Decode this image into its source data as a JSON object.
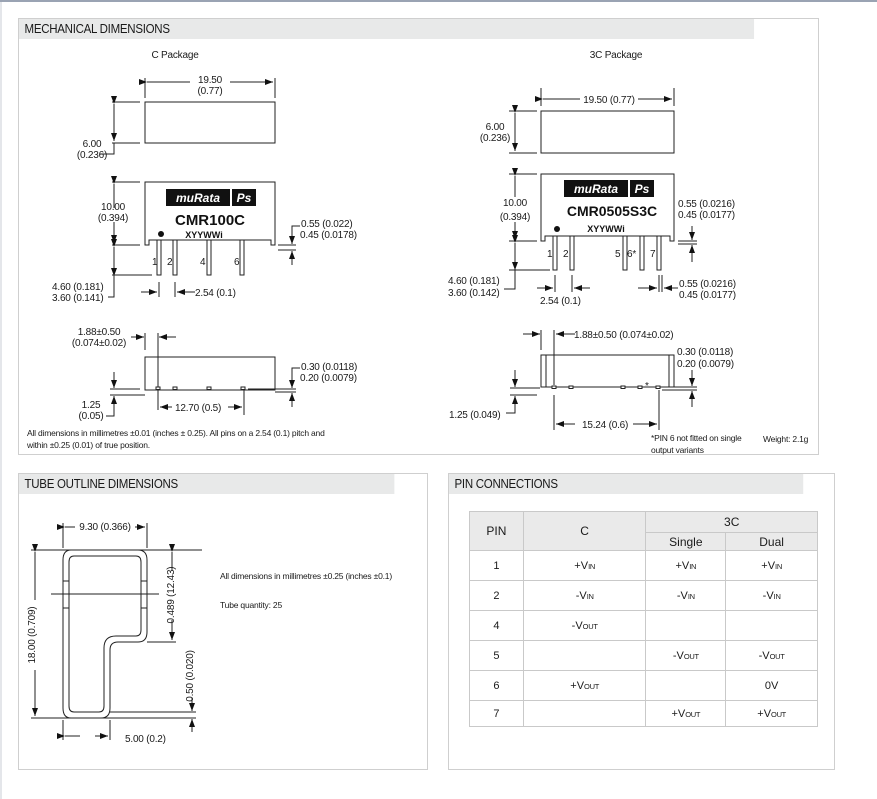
{
  "mechanical": {
    "title": "MECHANICAL DIMENSIONS",
    "c_package": {
      "label": "C Package",
      "width_dim": [
        "19.50",
        "(0.77)"
      ],
      "height_top_dim": [
        "6.00",
        "(0.236)"
      ],
      "body_height_dim": [
        "10.00",
        "(0.394)"
      ],
      "logo_left": "muRata",
      "logo_right": "Ps",
      "part_number": "CMR100C",
      "date_code": "XYYWWi",
      "pin_labels": [
        "1",
        "2",
        "4",
        "6"
      ],
      "pin_thickness_dim": [
        "0.55 (0.022)",
        "0.45 (0.0178)"
      ],
      "pin_length_dim": [
        "4.60 (0.181)",
        "3.60 (0.141)"
      ],
      "pitch_dim": "2.54 (0.1)",
      "offset_dim": [
        "1.88±0.50",
        "(0.074±0.02)"
      ],
      "standoff_dim": [
        "1.25",
        "(0.05)"
      ],
      "span_dim": "12.70 (0.5)",
      "side_thickness_dim": [
        "0.30 (0.0118)",
        "0.20 (0.0079)"
      ],
      "note": "All dimensions in millimetres ±0.01 (inches ± 0.25). All pins on a 2.54 (0.1) pitch and within ±0.25 (0.01) of true position."
    },
    "c3_package": {
      "label": "3C Package",
      "width_dim": "19.50 (0.77)",
      "height_top_dim": [
        "6.00",
        "(0.236)"
      ],
      "body_height_dim": [
        "10.00",
        "(0.394)"
      ],
      "logo_left": "muRata",
      "logo_right": "Ps",
      "part_number": "CMR0505S3C",
      "date_code": "XYYWWi",
      "pin_labels": [
        "1",
        "2",
        "5",
        "6*",
        "7"
      ],
      "body_thickness_dim": [
        "0.55 (0.0216)",
        "0.45 (0.0177)"
      ],
      "pin_length_dim": [
        "4.60 (0.181)",
        "3.60 (0.142)"
      ],
      "pitch_dim": "2.54 (0.1)",
      "pin_thickness_dim": [
        "0.55 (0.0216)",
        "0.45 (0.0177)"
      ],
      "offset_dim": "1.88±0.50 (0.074±0.02)",
      "side_thickness_dim": [
        "0.30 (0.0118)",
        "0.20 (0.0079)"
      ],
      "standoff_dim": "1.25 (0.049)",
      "span_dim": "15.24 (0.6)",
      "pin6_star": "*",
      "footnote": "*PIN 6 not fitted on single output variants",
      "weight": "Weight: 2.1g"
    }
  },
  "tube": {
    "title": "TUBE OUTLINE DIMENSIONS",
    "width_dim": "9.30 (0.366)",
    "height_dim": "18.00 (0.709)",
    "inner_dim": "0.489 (12.43)",
    "wall_dim": "0.50 (0.020)",
    "bottom_dim": "5.00 (0.2)",
    "note": "All dimensions in millimetres ±0.25 (inches ±0.1)",
    "quantity": "Tube quantity: 25"
  },
  "pins": {
    "title": "PIN CONNECTIONS",
    "headers": {
      "pin": "PIN",
      "c": "C",
      "c3": "3C",
      "single": "Single",
      "dual": "Dual"
    },
    "rows": [
      {
        "pin": "1",
        "c": [
          "+V",
          "IN"
        ],
        "single": [
          "+V",
          "IN"
        ],
        "dual": [
          "+V",
          "IN"
        ]
      },
      {
        "pin": "2",
        "c": [
          "-V",
          "IN"
        ],
        "single": [
          "-V",
          "IN"
        ],
        "dual": [
          "-V",
          "IN"
        ]
      },
      {
        "pin": "4",
        "c": [
          "-V",
          "OUT"
        ],
        "single": [
          "",
          ""
        ],
        "dual": [
          "",
          ""
        ]
      },
      {
        "pin": "5",
        "c": [
          "",
          ""
        ],
        "single": [
          "-V",
          "OUT"
        ],
        "dual": [
          "-V",
          "OUT"
        ]
      },
      {
        "pin": "6",
        "c": [
          "+V",
          "OUT"
        ],
        "single": [
          "",
          ""
        ],
        "dual": [
          "0V",
          ""
        ]
      },
      {
        "pin": "7",
        "c": [
          "",
          ""
        ],
        "single": [
          "+V",
          "OUT"
        ],
        "dual": [
          "+V",
          "OUT"
        ]
      }
    ]
  }
}
